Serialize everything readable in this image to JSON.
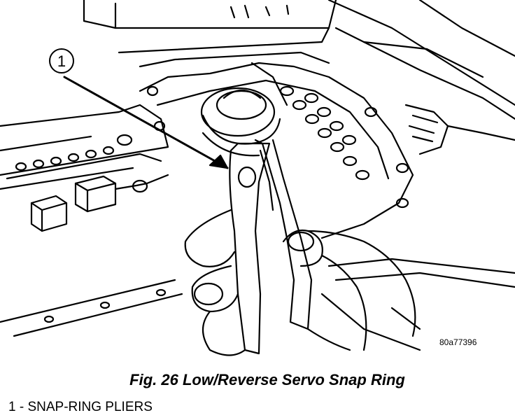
{
  "callout": {
    "number": "1"
  },
  "figure_code": "80a77396",
  "caption": "Fig. 26 Low/Reverse Servo Snap Ring",
  "legend": [
    {
      "text": "1 - SNAP-RING PLIERS"
    }
  ],
  "colors": {
    "ink": "#000000",
    "paper": "#ffffff"
  }
}
